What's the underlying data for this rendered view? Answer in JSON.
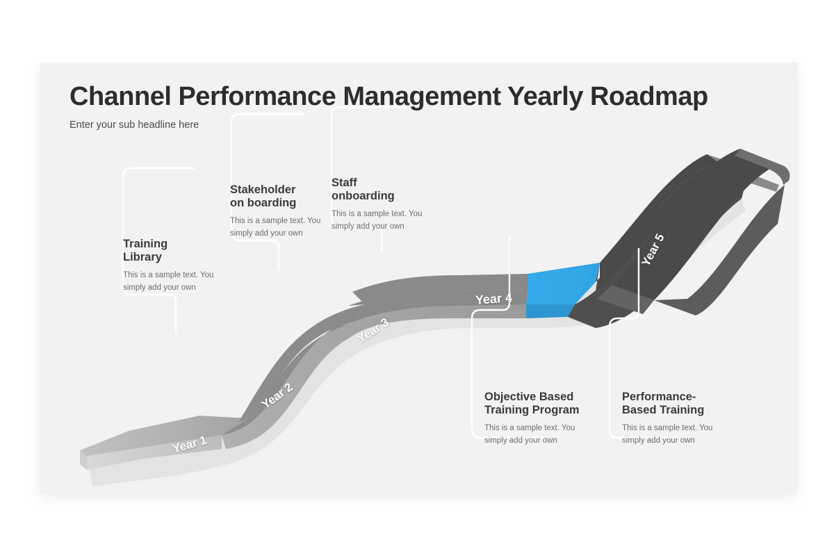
{
  "panel": {
    "background_color": "#f2f2f2",
    "title": "Channel Performance Management Yearly Roadmap",
    "subtitle": "Enter your sub headline here"
  },
  "colors": {
    "highlight_blue": "#33a8e8",
    "blue_side": "#2d96d0",
    "road_gray_top": "#8c8c8c",
    "road_gray_light": "#a8a8a8",
    "road_gray_pale": "#bdbdbd",
    "road_dark": "#4a4a4a",
    "road_dark_side": "#636363",
    "connector_line": "#ffffff",
    "title_color": "#2d2d2d",
    "body_text_color": "#6d6d6d"
  },
  "road": {
    "segments": [
      {
        "id": "year-1",
        "label": "Year 1",
        "rotation": -16,
        "fill": "#a8a8a8",
        "highlighted": false
      },
      {
        "id": "year-2",
        "label": "Year 2",
        "rotation": -36,
        "fill": "#8c8c8c",
        "highlighted": false
      },
      {
        "id": "year-3",
        "label": "Year 3",
        "rotation": -33,
        "fill": "#8c8c8c",
        "highlighted": false
      },
      {
        "id": "year-4",
        "label": "Year 4",
        "rotation": -4,
        "fill": "#33a8e8",
        "highlighted": true
      },
      {
        "id": "year-5",
        "label": "Year 5",
        "rotation": -62,
        "fill": "#4a4a4a",
        "highlighted": false
      }
    ]
  },
  "callouts": [
    {
      "id": "training-library",
      "title": "Training\nLibrary",
      "body": "This is a sample text. You\nsimply add your own",
      "year": "Year 1",
      "position": "above"
    },
    {
      "id": "stakeholder-on-boarding",
      "title": "Stakeholder\non boarding",
      "body": "This is a sample text. You\nsimply add your own",
      "year": "Year 2",
      "position": "above"
    },
    {
      "id": "staff-onboarding",
      "title": "Staff\nonboarding",
      "body": "This is a sample text. You\nsimply add your own",
      "year": "Year 3",
      "position": "above"
    },
    {
      "id": "objective-based-training-program",
      "title": "Objective Based\nTraining Program",
      "body": "This is a sample text. You\nsimply add your own",
      "year": "Year 4",
      "position": "below"
    },
    {
      "id": "performance-based-training",
      "title": "Performance-\nBased Training",
      "body": "This is a sample text. You\nsimply add your own",
      "year": "Year 5",
      "position": "below"
    }
  ]
}
